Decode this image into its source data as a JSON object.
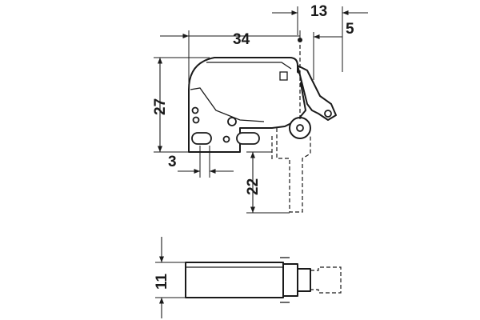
{
  "dimensions": {
    "width": "34",
    "height": "27",
    "offset_top": "13",
    "offset_small": "5",
    "hole_offset": "3",
    "stroke": "22",
    "depth": "11"
  },
  "colors": {
    "line": "#1a1a1a",
    "background": "#ffffff"
  }
}
